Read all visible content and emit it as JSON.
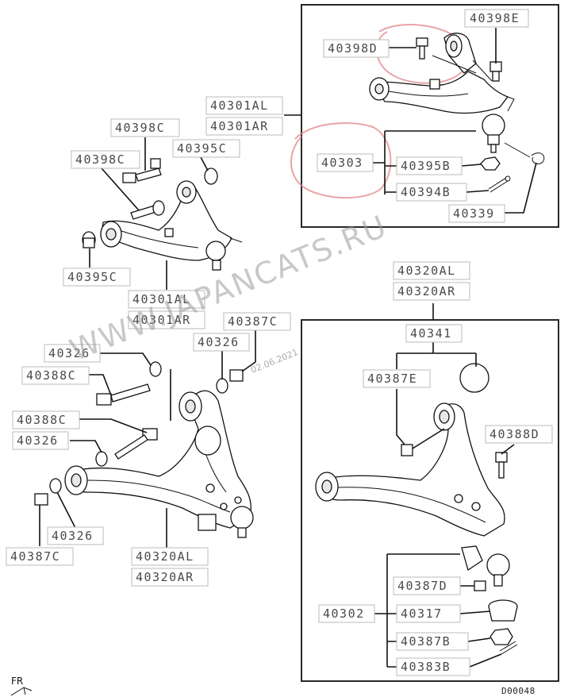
{
  "labels": {
    "p40398E": "40398E",
    "p40398D": "40398D",
    "p40301AL_a": "40301AL",
    "p40301AR_a": "40301AR",
    "p40303": "40303",
    "p40395B": "40395B",
    "p40394B": "40394B",
    "p40339": "40339",
    "p40398C_a": "40398C",
    "p40398C_b": "40398C",
    "p40395C_a": "40395C",
    "p40395C_b": "40395C",
    "p40301AL_b": "40301AL",
    "p40301AR_b": "40301AR",
    "p40387C_a": "40387C",
    "p40326_a": "40326",
    "p40326_b": "40326",
    "p40388C_a": "40388C",
    "p40388C_b": "40388C",
    "p40326_c": "40326",
    "p40326_d": "40326",
    "p40387C_b": "40387C",
    "p40320AL_a": "40320AL",
    "p40320AR_a": "40320AR",
    "p40320AL_b": "40320AL",
    "p40320AR_b": "40320AR",
    "p40341": "40341",
    "p40387E": "40387E",
    "p40388D": "40388D",
    "p40387D": "40387D",
    "p40302": "40302",
    "p40317": "40317",
    "p40387B": "40387B",
    "p40383B": "40383B"
  },
  "watermark": "WWW.JAPANCATS.RU",
  "date_stamp": "02.06.2021",
  "direction_label": "FR",
  "diagram_code": "D00048"
}
